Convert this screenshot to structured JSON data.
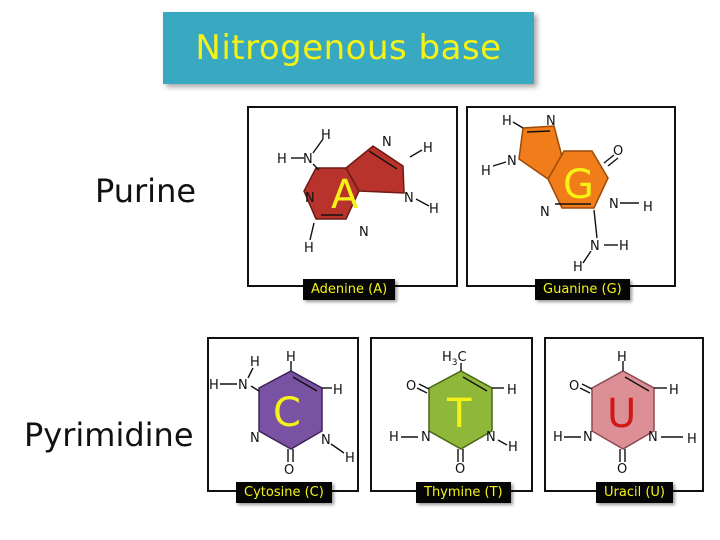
{
  "title": "Nitrogenous base",
  "rows": {
    "purine": "Purine",
    "pyrimidine": "Pyrimidine"
  },
  "captions": {
    "adenine": "Adenine (A)",
    "guanine": "Guanine (G)",
    "cytosine": "Cytosine (C)",
    "thymine": "Thymine (T)",
    "uracil": "Uracil (U)"
  },
  "letters": {
    "adenine": "A",
    "guanine": "G",
    "cytosine": "C",
    "thymine": "T",
    "uracil": "U"
  },
  "atoms": {
    "H": "H",
    "N": "N",
    "O": "O",
    "methyl_h3": "H",
    "methyl_sub": "3",
    "methyl_c": "C"
  },
  "colors": {
    "title_bg": "#38a9c1",
    "title_text": "#f4f216",
    "caption_bg": "#050505",
    "caption_text": "#f4f216",
    "adenine": "#b8332b",
    "guanine": "#f07d1a",
    "cytosine": "#7a52a3",
    "thymine": "#8fb83a",
    "uracil": "#dd8f96"
  }
}
